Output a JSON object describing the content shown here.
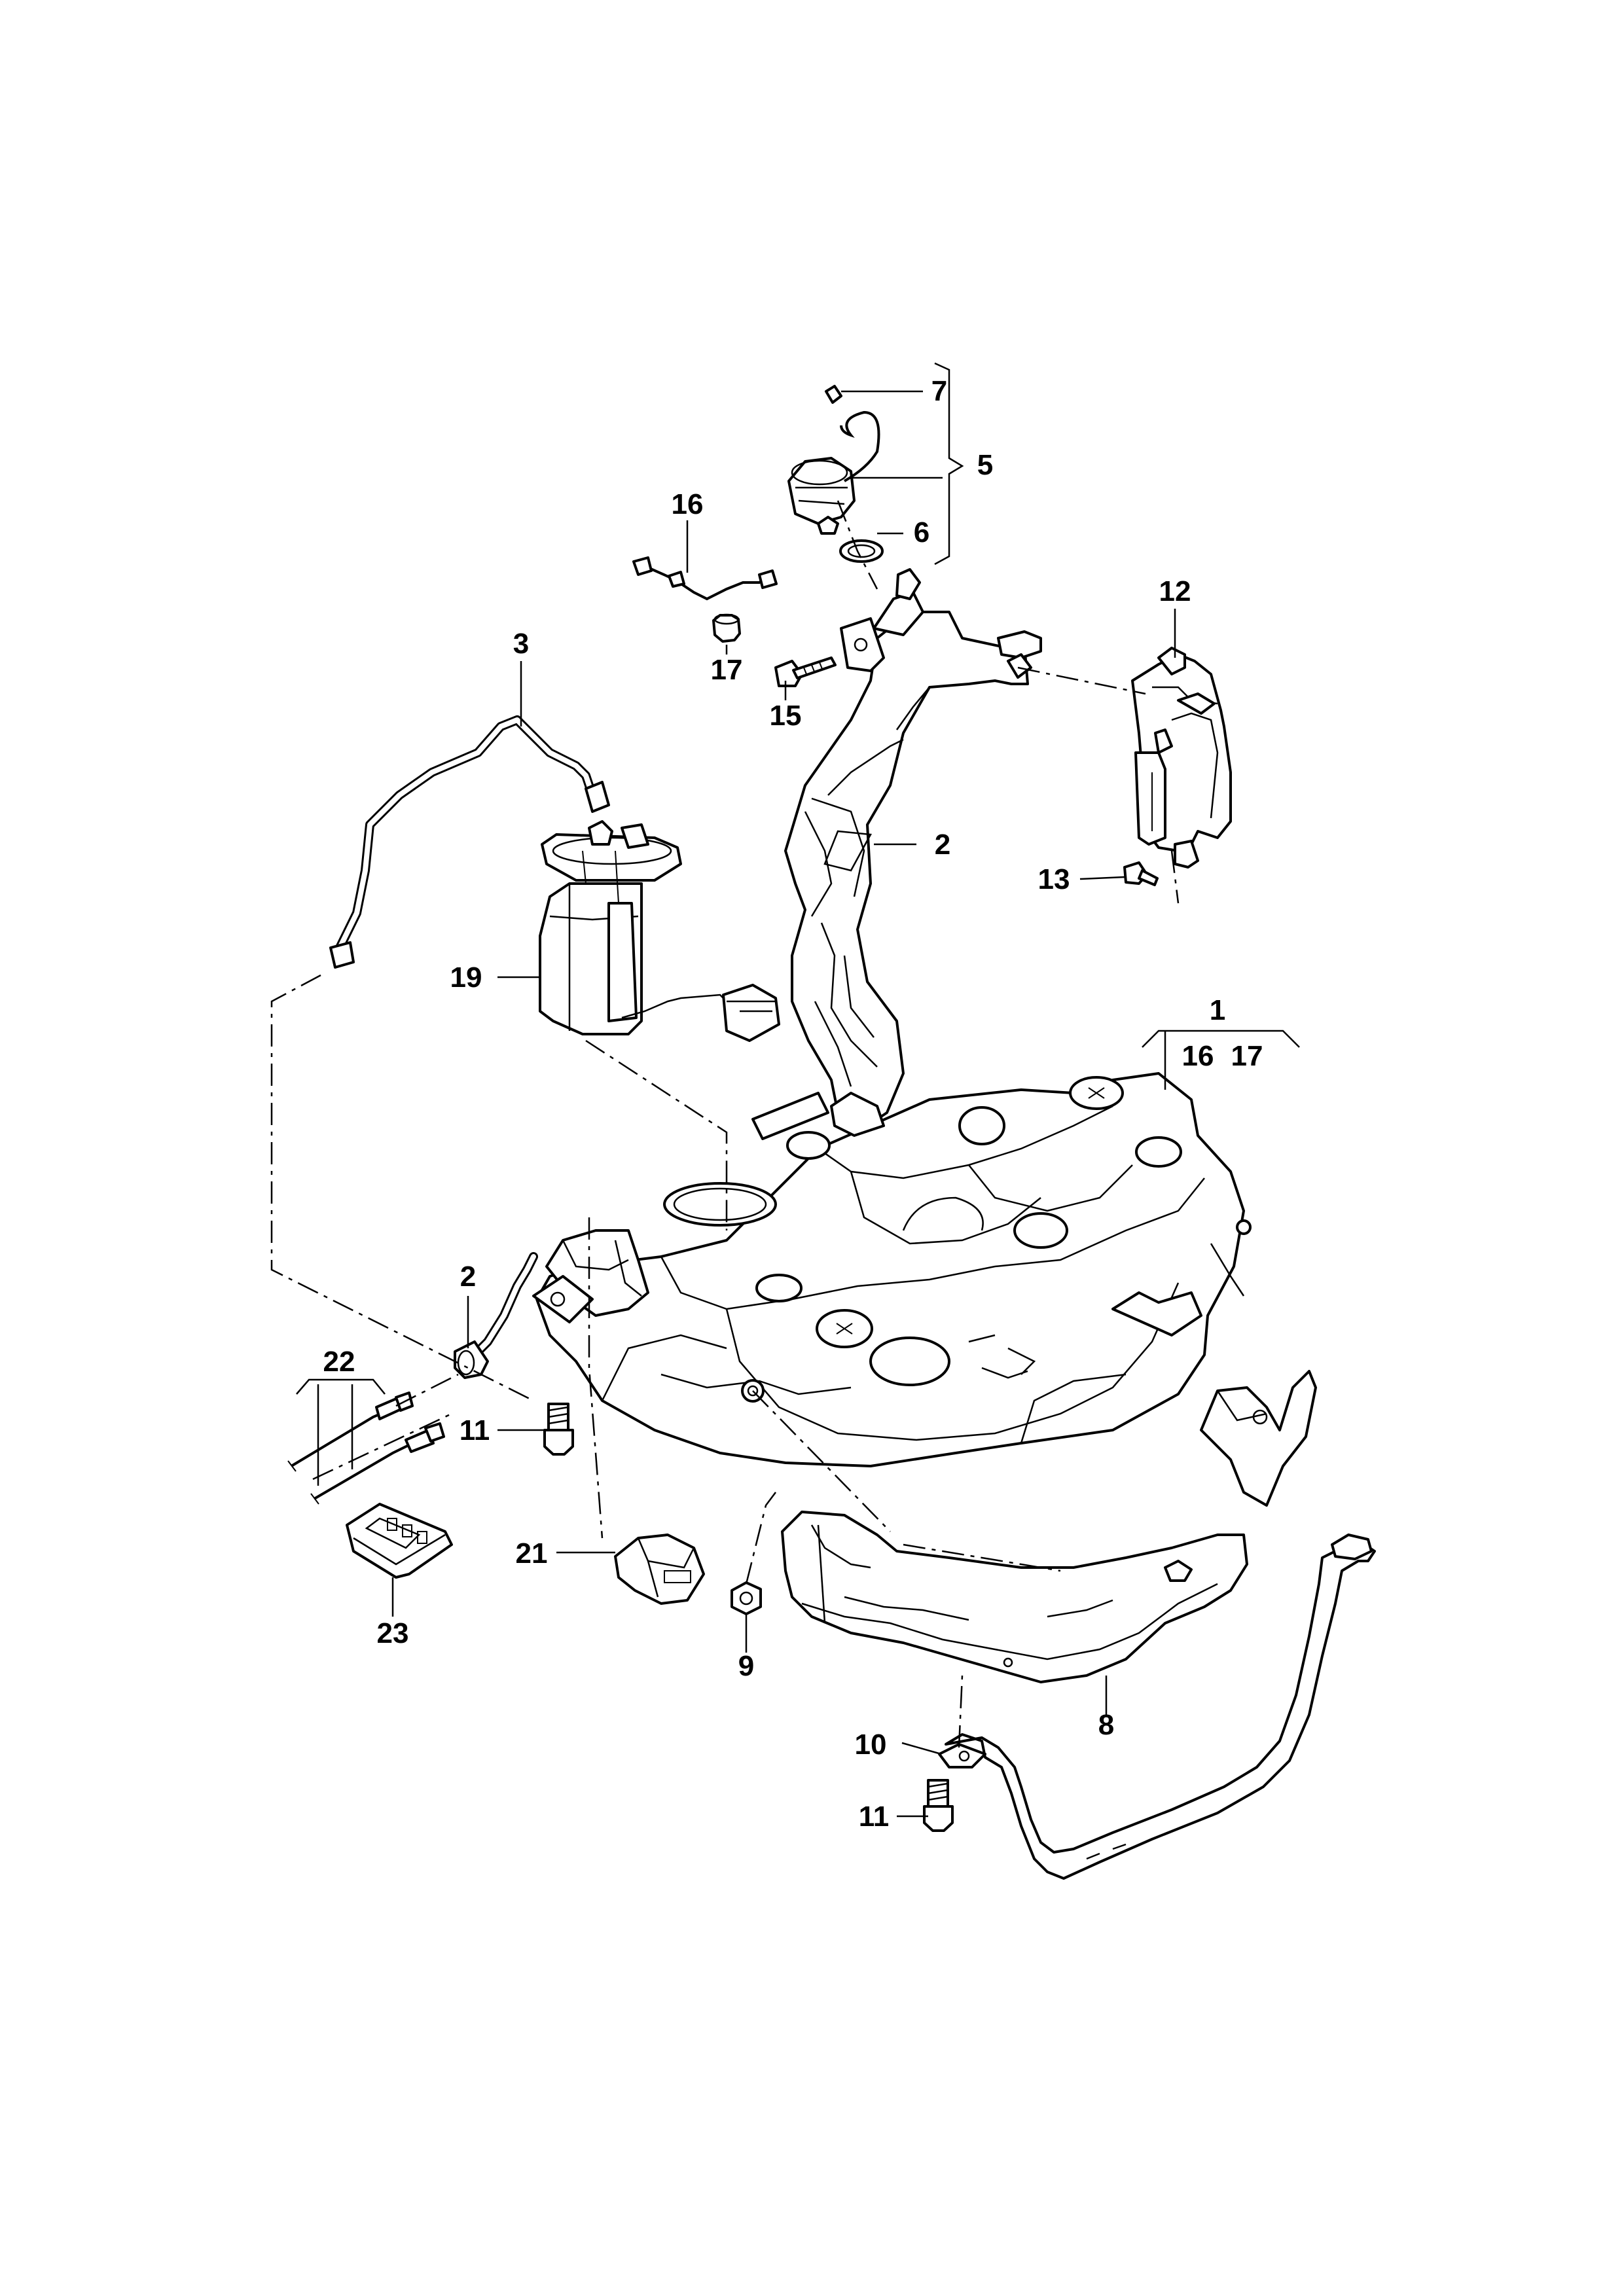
{
  "callouts": {
    "c1": "1",
    "c1_sub_16": "16",
    "c1_sub_17": "17",
    "c2_filler": "2",
    "c2_vent": "2",
    "c3": "3",
    "c5": "5",
    "c6": "6",
    "c7": "7",
    "c8": "8",
    "c9": "9",
    "c10": "10",
    "c11_left": "11",
    "c11_strap": "11",
    "c12": "12",
    "c13": "13",
    "c15": "15",
    "c16": "16",
    "c17": "17",
    "c19": "19",
    "c21": "21",
    "c22": "22",
    "c23": "23"
  },
  "colors": {
    "line": "#000000",
    "background": "#ffffff"
  }
}
